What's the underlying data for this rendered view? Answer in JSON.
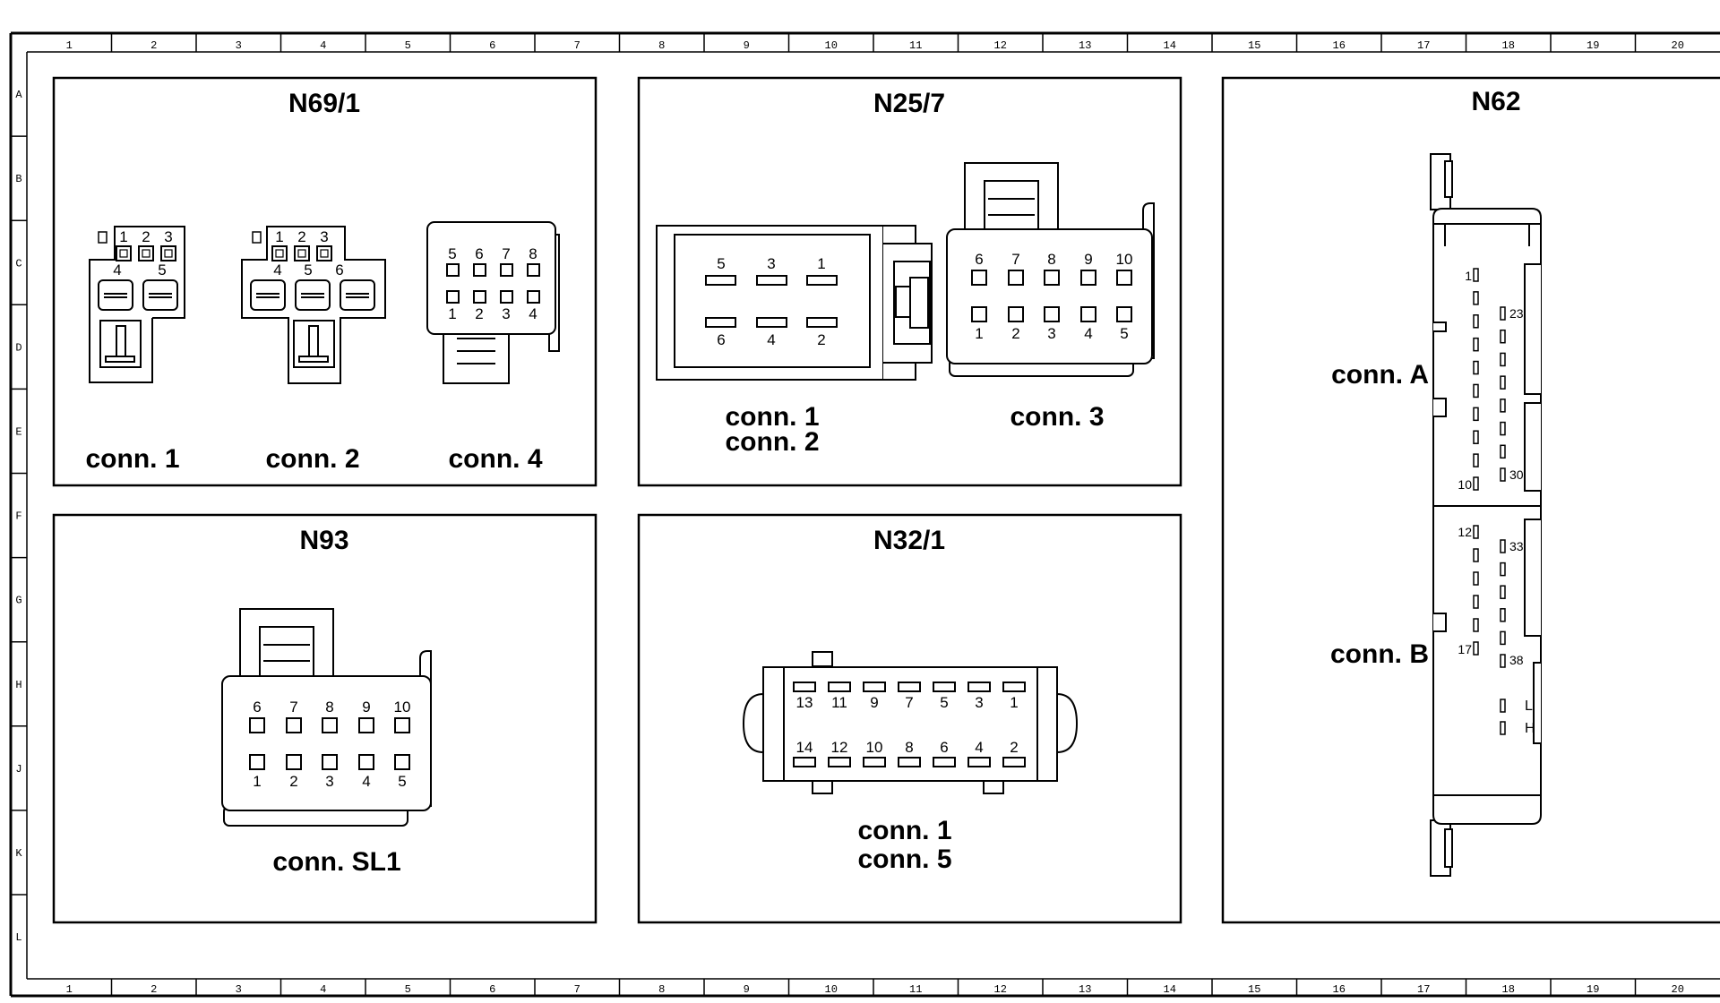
{
  "frame": {
    "columns": [
      "1",
      "2",
      "3",
      "4",
      "5",
      "6",
      "7",
      "8",
      "9",
      "10",
      "11",
      "12",
      "13",
      "14",
      "15",
      "16",
      "17",
      "18",
      "19",
      "20"
    ],
    "rows": [
      "A",
      "B",
      "C",
      "D",
      "E",
      "F",
      "G",
      "H",
      "J",
      "K",
      "L"
    ]
  },
  "panels": {
    "n69_1": {
      "title": "N69/1",
      "conn1": {
        "label": "conn. 1",
        "top_pins": [
          "1",
          "2",
          "3"
        ],
        "mid_pins": [
          "4",
          "5"
        ]
      },
      "conn2": {
        "label": "conn. 2",
        "top_pins": [
          "1",
          "2",
          "3"
        ],
        "mid_pins": [
          "4",
          "5",
          "6"
        ]
      },
      "conn4": {
        "label": "conn. 4",
        "top_pins": [
          "5",
          "6",
          "7",
          "8"
        ],
        "bottom_pins": [
          "1",
          "2",
          "3",
          "4"
        ]
      }
    },
    "n25_7": {
      "title": "N25/7",
      "conn1_2": {
        "label_line1": "conn. 1",
        "label_line2": "conn. 2",
        "top_pins": [
          "5",
          "3",
          "1"
        ],
        "bottom_pins": [
          "6",
          "4",
          "2"
        ]
      },
      "conn3": {
        "label": "conn. 3",
        "top_pins": [
          "6",
          "7",
          "8",
          "9",
          "10"
        ],
        "bottom_pins": [
          "1",
          "2",
          "3",
          "4",
          "5"
        ]
      }
    },
    "n62": {
      "title": "N62",
      "connA": {
        "label": "conn. A",
        "pin_top_left": "1",
        "pin_bottom_left": "10",
        "pin_top_right": "23",
        "pin_bottom_right": "30"
      },
      "connB": {
        "label": "conn. B",
        "pin_top_left": "12",
        "pin_bottom_left": "17",
        "pin_top_right": "33",
        "pin_bottom_right": "38",
        "extra_pins": [
          "L",
          "H"
        ]
      }
    },
    "n93": {
      "title": "N93",
      "connSL1": {
        "label": "conn. SL1",
        "top_pins": [
          "6",
          "7",
          "8",
          "9",
          "10"
        ],
        "bottom_pins": [
          "1",
          "2",
          "3",
          "4",
          "5"
        ]
      }
    },
    "n32_1": {
      "title": "N32/1",
      "conn1_5": {
        "label_line1": "conn. 1",
        "label_line2": "conn. 5",
        "top_pins": [
          "13",
          "11",
          "9",
          "7",
          "5",
          "3",
          "1"
        ],
        "bottom_pins": [
          "14",
          "12",
          "10",
          "8",
          "6",
          "4",
          "2"
        ]
      }
    }
  }
}
